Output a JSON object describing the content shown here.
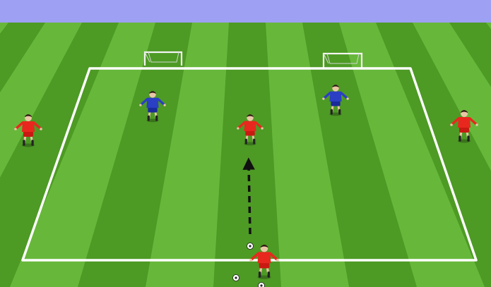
{
  "diagram": {
    "sky_color": "#9ea0f4",
    "grass_light": "#67b83a",
    "grass_dark": "#4d9a24",
    "line_color": "#ffffff",
    "team_red": "#e8281e",
    "team_blue": "#2b3fc4",
    "arrow_color": "#111111",
    "goal_count": 2,
    "player_counts": {
      "red": 4,
      "blue": 2
    },
    "ball_count": 3,
    "arrows": [
      {
        "style": "dashed",
        "meaning": "pass"
      }
    ]
  }
}
